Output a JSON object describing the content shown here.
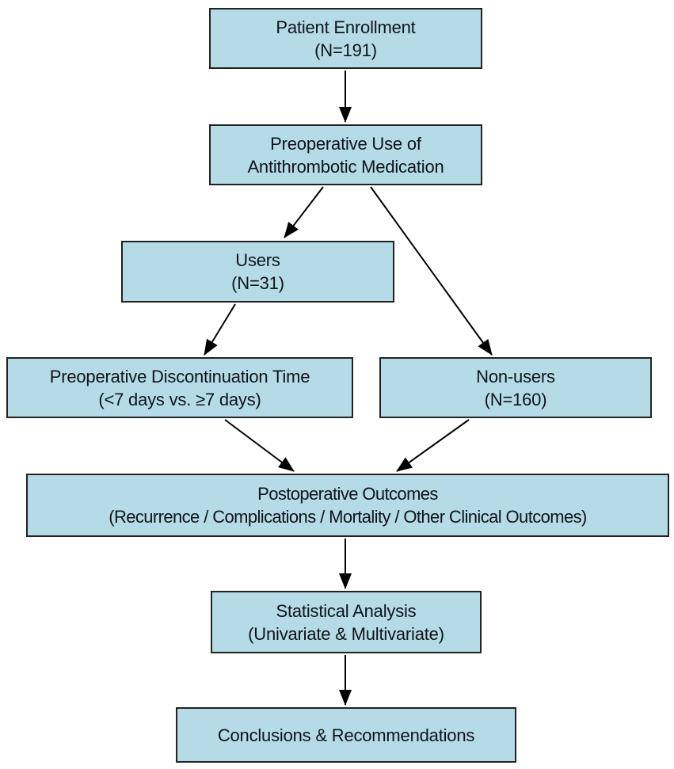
{
  "diagram": {
    "type": "flowchart",
    "background_color": "#ffffff",
    "box_fill_color": "#b4dbe6",
    "box_border_color": "#222222",
    "text_color": "#101419",
    "arrow_color": "#000000",
    "nodes": {
      "enrollment": {
        "line1": "Patient Enrollment",
        "line2": "(N=191)"
      },
      "preop_use": {
        "line1": "Preoperative Use of",
        "line2": "Antithrombotic Medication"
      },
      "users": {
        "line1": "Users",
        "line2": "(N=31)"
      },
      "discontinuation": {
        "line1": "Preoperative Discontinuation Time",
        "line2": "(<7 days vs. ≥7 days)"
      },
      "nonusers": {
        "line1": "Non-users",
        "line2": "(N=160)"
      },
      "outcomes": {
        "line1": "Postoperative Outcomes",
        "line2": "(Recurrence / Complications / Mortality / Other Clinical Outcomes)"
      },
      "analysis": {
        "line1": "Statistical Analysis",
        "line2": "(Univariate & Multivariate)"
      },
      "conclusions": {
        "line1": "Conclusions & Recommendations"
      }
    },
    "edges": [
      {
        "from": "enrollment",
        "to": "preop_use"
      },
      {
        "from": "preop_use",
        "to": "users"
      },
      {
        "from": "preop_use",
        "to": "nonusers"
      },
      {
        "from": "users",
        "to": "discontinuation"
      },
      {
        "from": "discontinuation",
        "to": "outcomes"
      },
      {
        "from": "nonusers",
        "to": "outcomes"
      },
      {
        "from": "outcomes",
        "to": "analysis"
      },
      {
        "from": "analysis",
        "to": "conclusions"
      }
    ]
  }
}
